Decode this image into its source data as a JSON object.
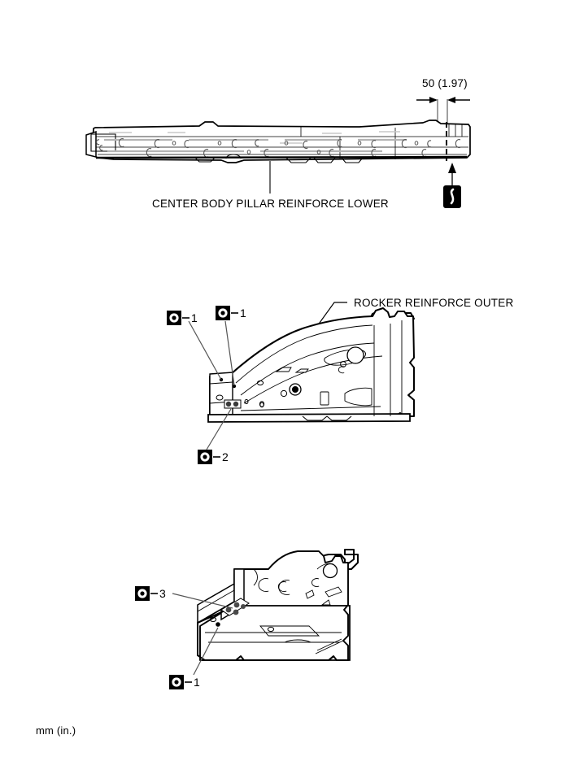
{
  "document": {
    "type": "service-manual-illustration",
    "units_note": "mm (in.)"
  },
  "figures": [
    {
      "id": "figure-1",
      "part_label": "CENTER BODY PILLAR REINFORCE LOWER",
      "dimension": {
        "value": "50 (1.97)",
        "metric_mm": 50,
        "imperial_in": 1.97
      },
      "symbols": [
        {
          "name": "mig-plug-weld-symbol",
          "glyph": "S"
        }
      ]
    },
    {
      "id": "figure-2",
      "part_label": "ROCKER REINFORCE OUTER",
      "callouts": [
        {
          "id": "callout-1a",
          "number": "1"
        },
        {
          "id": "callout-1b",
          "number": "1"
        },
        {
          "id": "callout-2",
          "number": "2"
        }
      ]
    },
    {
      "id": "figure-3",
      "part_label": "",
      "callouts": [
        {
          "id": "callout-3",
          "number": "3"
        },
        {
          "id": "callout-1c",
          "number": "1"
        }
      ]
    }
  ],
  "labels": {
    "center_body_pillar": "CENTER BODY PILLAR REINFORCE LOWER",
    "rocker_reinforce_outer": "ROCKER REINFORCE OUTER",
    "dimension_50": "50 (1.97)",
    "unit_note": "mm (in.)",
    "weld_symbol_letter": "S",
    "num_1": "1",
    "num_1_b": "1",
    "num_2": "2",
    "num_3": "3",
    "num_1_c": "1"
  },
  "colors": {
    "line": "#000000",
    "background": "#ffffff",
    "shading": "#9a9a9a",
    "light_shading": "#c8c8c8"
  }
}
